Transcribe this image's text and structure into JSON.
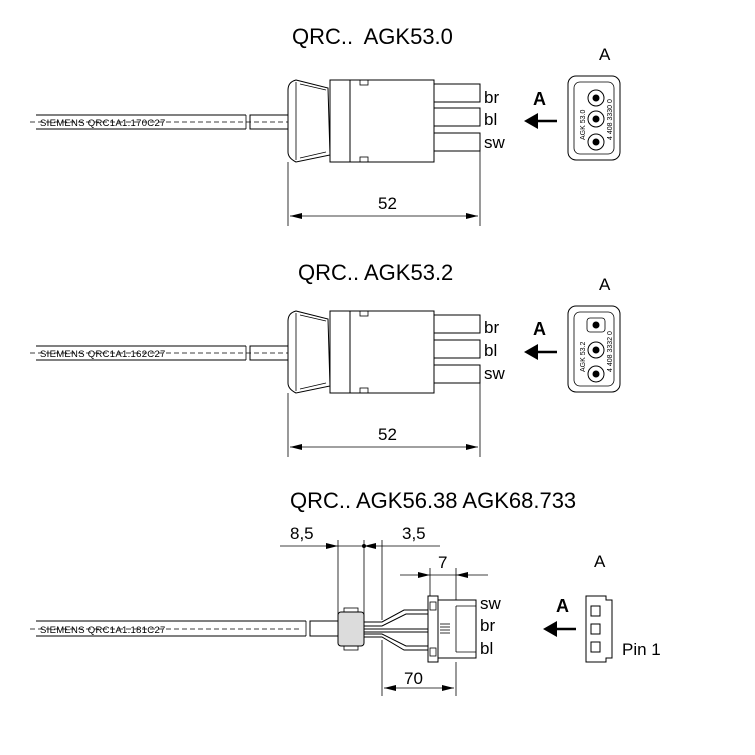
{
  "sections": [
    {
      "title": "QRC..  AGK53.0",
      "cable_text": "SIEMENS  QRC1A1.170C27",
      "wires": [
        "br",
        "bl",
        "sw"
      ],
      "dimension": "52",
      "view_letter": "A",
      "view_label": "A",
      "connector_text_1": "AGK 53.0",
      "connector_text_2": "4 408 3330 0"
    },
    {
      "title": "QRC.. AGK53.2",
      "cable_text": "SIEMENS  QRC1A1.162C27",
      "wires": [
        "br",
        "bl",
        "sw"
      ],
      "dimension": "52",
      "view_letter": "A",
      "view_label": "A",
      "connector_text_1": "AGK 53.2",
      "connector_text_2": "4 408 3332 0"
    },
    {
      "title": "QRC.. AGK56.38  AGK68.733",
      "cable_text": "SIEMENS  QRC1A1.181C27",
      "wires": [
        "sw",
        "br",
        "bl"
      ],
      "dim_left": "8,5",
      "dim_mid": "3,5",
      "dim_small": "7",
      "dim_bottom": "70",
      "view_letter": "A",
      "view_label": "A",
      "pin_label": "Pin 1"
    }
  ],
  "colors": {
    "line": "#000000",
    "background": "#ffffff"
  }
}
